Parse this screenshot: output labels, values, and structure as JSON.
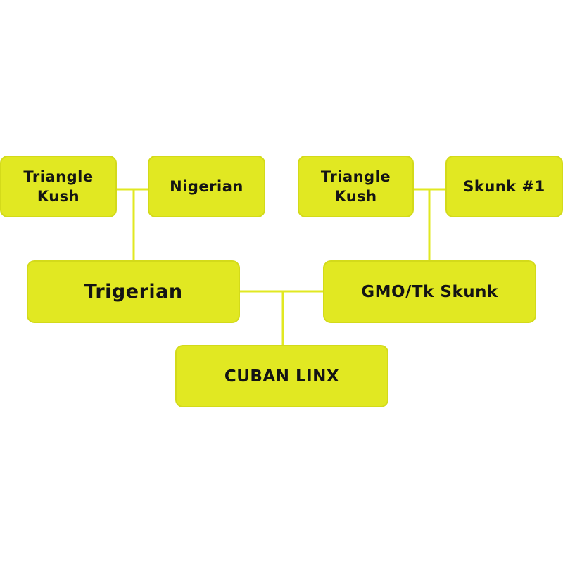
{
  "colors": {
    "node_fill": "#e1e822",
    "node_border": "#d3da1a",
    "connector": "#e1e822",
    "text": "#141414",
    "background": "#ffffff"
  },
  "nodes": {
    "triangle_kush_left": {
      "line1": "Triangle",
      "line2": "Kush"
    },
    "nigerian": {
      "label": "Nigerian"
    },
    "triangle_kush_right": {
      "line1": "Triangle",
      "line2": "Kush"
    },
    "skunk_1": {
      "label": "Skunk #1"
    },
    "trigerian": {
      "label": "Trigerian"
    },
    "gmo_tk_skunk": {
      "label": "GMO/Tk Skunk"
    },
    "cuban_linx": {
      "label": "CUBAN LINX"
    }
  },
  "edges": [
    {
      "from": [
        "triangle_kush_left",
        "nigerian"
      ],
      "to": "trigerian"
    },
    {
      "from": [
        "triangle_kush_right",
        "skunk_1"
      ],
      "to": "gmo_tk_skunk"
    },
    {
      "from": [
        "trigerian",
        "gmo_tk_skunk"
      ],
      "to": "cuban_linx"
    }
  ]
}
